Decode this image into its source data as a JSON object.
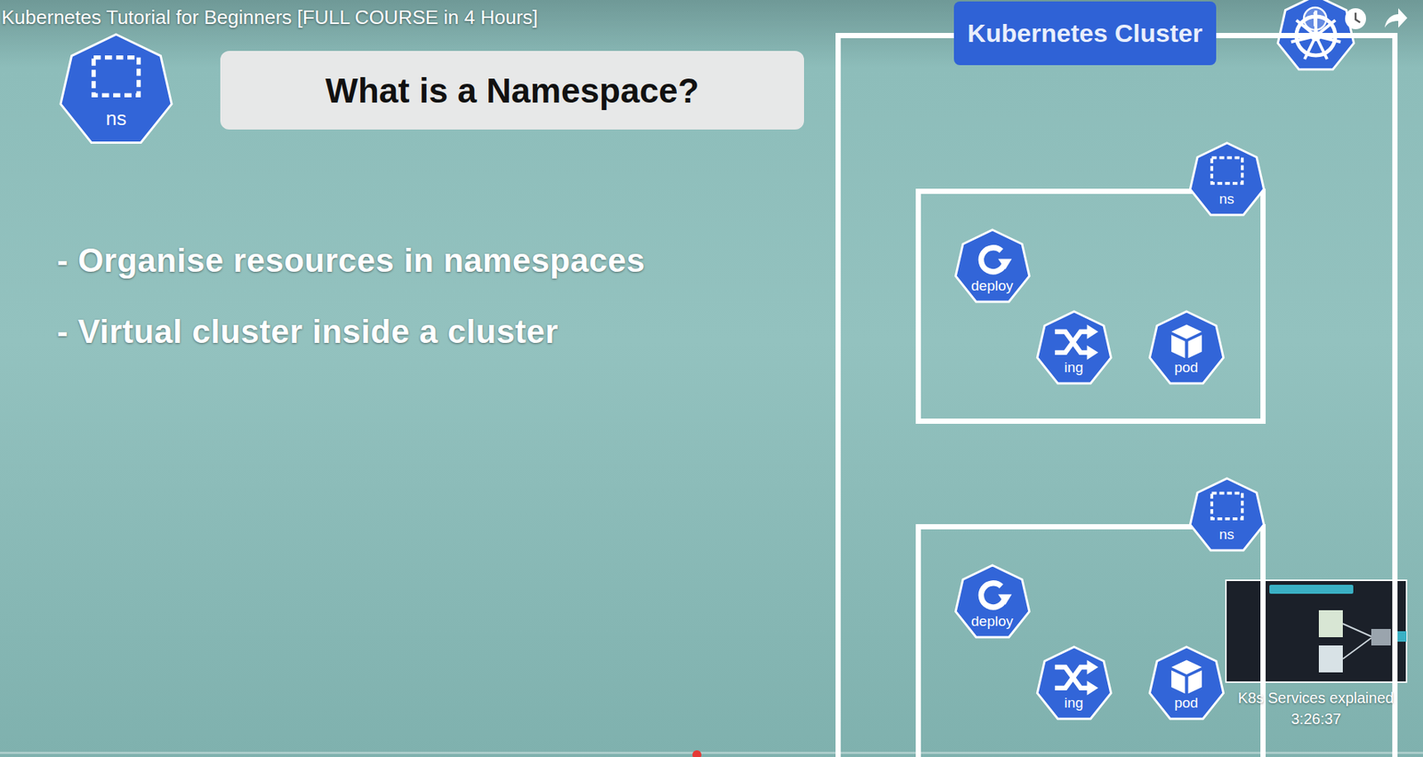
{
  "diagram": {
    "title": "What is a Namespace?",
    "nodes": [
      {
        "text": [
          "ns"
        ]
      },
      {
        "text": [
          "Kubernetes Cluster"
        ]
      },
      {
        "text": [
          "ns"
        ],
        "in": 1
      },
      {
        "text": [
          "deploy"
        ],
        "in": 2
      },
      {
        "text": [
          "ing"
        ],
        "in": 2
      },
      {
        "text": [
          "pod"
        ],
        "in": 2
      },
      {
        "text": [
          "ns"
        ],
        "in": 1
      },
      {
        "text": [
          "deploy"
        ],
        "in": 6
      },
      {
        "text": [
          "ing"
        ],
        "in": 6
      },
      {
        "text": [
          "pod"
        ],
        "in": 6
      }
    ],
    "labels": [
      "Kubernetes Tutorial for Beginners [FULL COURSE in 4 Hours]",
      "- Organise resources in namespaces",
      "- Virtual cluster inside a cluster",
      "K8s Services explained",
      "3:26:37"
    ]
  }
}
